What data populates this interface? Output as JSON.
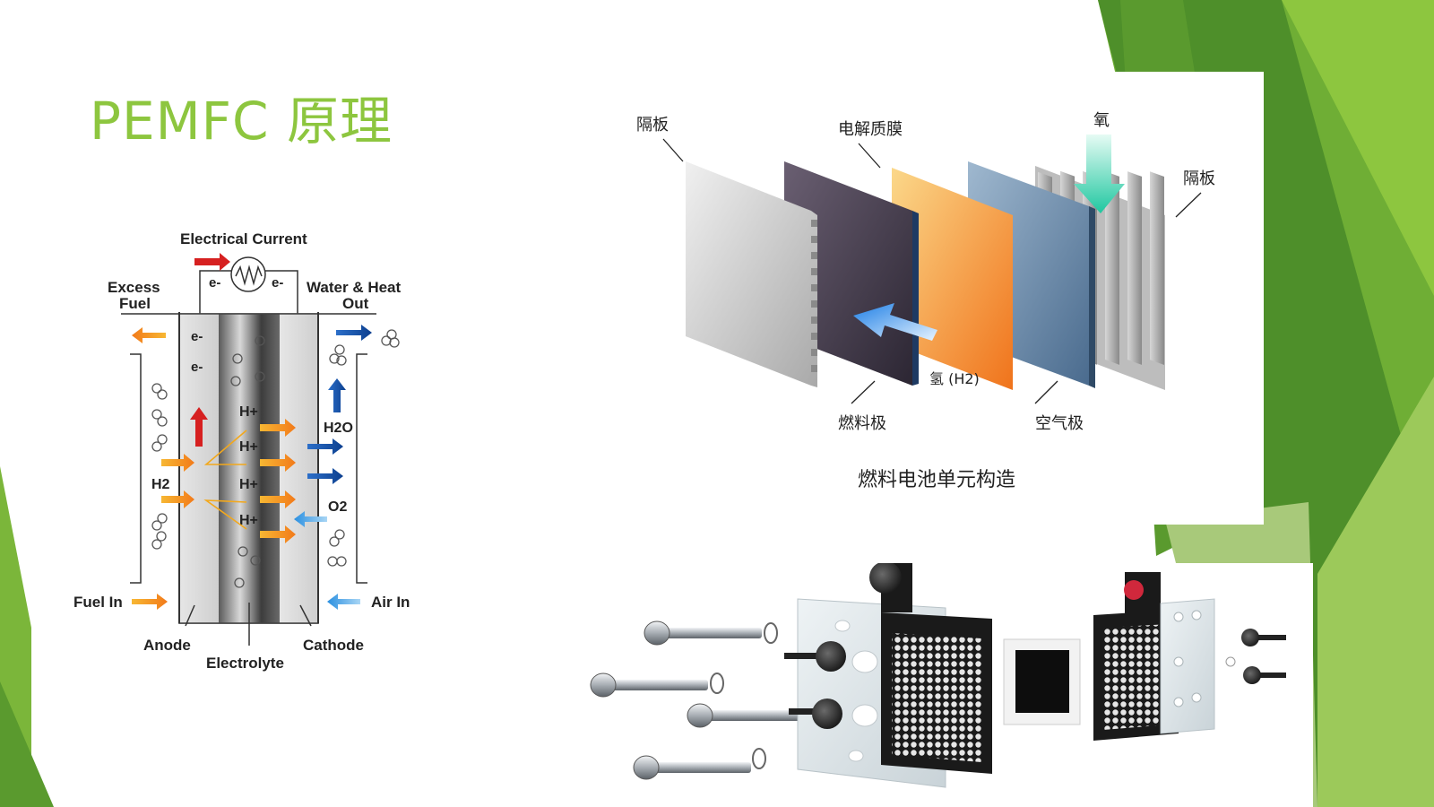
{
  "slide": {
    "title": "PEMFC  原理",
    "accent_color": "#8dc63f"
  },
  "fuel_cell_diagram": {
    "electrical_current": "Electrical Current",
    "electron_left": "e-",
    "electron_right": "e-",
    "excess_fuel_line1": "Excess",
    "excess_fuel_line2": "Fuel",
    "water_heat_line1": "Water & Heat",
    "water_heat_line2": "Out",
    "anode_electrons": [
      "e-",
      "e-"
    ],
    "protons": [
      "H+",
      "H+",
      "H+",
      "H+"
    ],
    "h2o_label": "H2O",
    "o2_label": "O2",
    "h2_label": "H2",
    "fuel_in": "Fuel In",
    "air_in": "Air In",
    "anode": "Anode",
    "electrolyte": "Electrolyte",
    "cathode": "Cathode"
  },
  "cell_structure_diagram": {
    "separator_left": "隔板",
    "membrane": "电解质膜",
    "oxygen": "氧",
    "separator_right": "隔板",
    "hydrogen": "氢 (H2)",
    "fuel_electrode": "燃料极",
    "air_electrode": "空气极",
    "caption": "燃料电池单元构造"
  },
  "hardware_photo": {
    "icon": "fuel-cell-hardware-exploded-view"
  }
}
